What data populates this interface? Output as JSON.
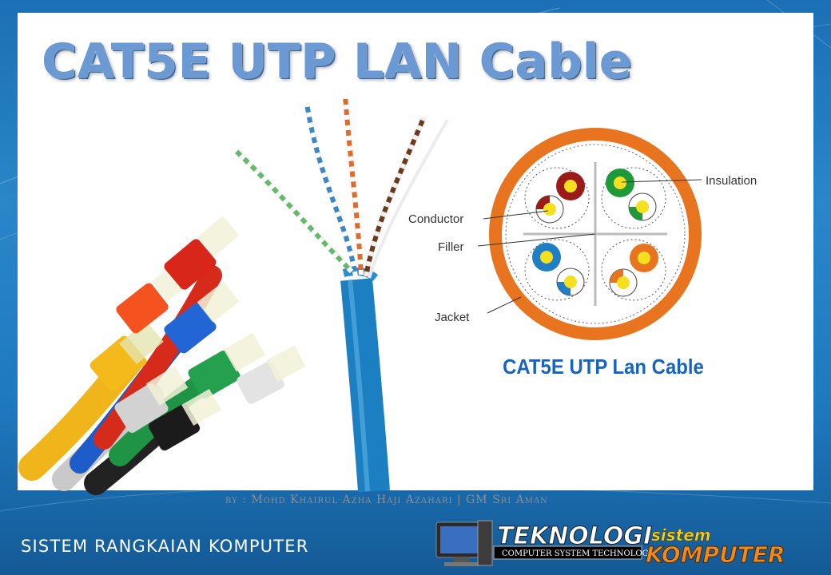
{
  "slide": {
    "title": "CAT5E UTP LAN Cable",
    "byline": "by : Mohd Khairul Azha Haji Azahari | GM Sri Aman",
    "footer_title": "SISTEM RANGKAIAN KOMPUTER"
  },
  "diagram": {
    "caption": "CAT5E UTP Lan Cable",
    "labels": {
      "insulation": "Insulation",
      "conductor": "Conductor",
      "filler": "Filler",
      "jacket": "Jacket"
    },
    "colors": {
      "jacket": "#e8741f",
      "pair_brown": "#9b1b1b",
      "pair_green": "#1e9a3a",
      "pair_blue": "#1f7ec4",
      "pair_orange": "#e8741f",
      "conductor": "#f5e020"
    }
  },
  "logo": {
    "word1": "TEKNOLOGI",
    "word2": "sistem",
    "word3": "KOMPUTER",
    "tagline": "COMPUTER SYSTEM TECHNOLOGY"
  }
}
